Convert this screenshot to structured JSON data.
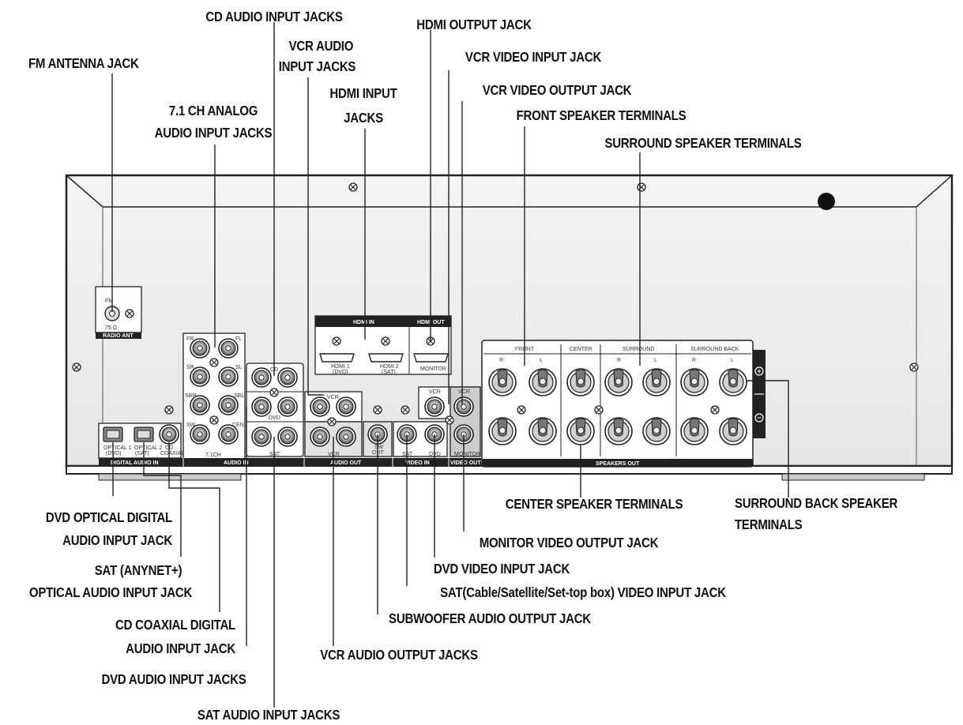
{
  "callouts": {
    "fm_antenna": "FM ANTENNA JACK",
    "analog_71_l1": "7.1 CH ANALOG",
    "analog_71_l2": "AUDIO INPUT JACKS",
    "cd_audio_in": "CD AUDIO INPUT JACKS",
    "vcr_audio_in_l1": "VCR AUDIO",
    "vcr_audio_in_l2": "INPUT JACKS",
    "hdmi_in_l1": "HDMI INPUT",
    "hdmi_in_l2": "JACKS",
    "hdmi_out": "HDMI OUTPUT JACK",
    "vcr_video_in": "VCR VIDEO INPUT JACK",
    "vcr_video_out": "VCR VIDEO OUTPUT JACK",
    "front_speaker": "FRONT SPEAKER TERMINALS",
    "surround_speaker": "SURROUND SPEAKER TERMINALS",
    "center_speaker": "CENTER SPEAKER TERMINALS",
    "surround_back_l1": "SURROUND BACK SPEAKER",
    "surround_back_l2": "TERMINALS",
    "dvd_optical_l1": "DVD OPTICAL DIGITAL",
    "dvd_optical_l2": "AUDIO INPUT JACK",
    "sat_optical_l1": "SAT (ANYNET+)",
    "sat_optical_l2": "OPTICAL AUDIO INPUT JACK",
    "cd_coax_l1": "CD COAXIAL DIGITAL",
    "cd_coax_l2": "AUDIO INPUT JACK",
    "dvd_audio_in": "DVD AUDIO INPUT JACKS",
    "sat_audio_in": "SAT AUDIO INPUT JACKS",
    "vcr_audio_out": "VCR AUDIO OUTPUT JACKS",
    "subwoofer_out": "SUBWOOFER AUDIO OUTPUT JACK",
    "sat_video_in": "SAT(Cable/Satellite/Set-top box) VIDEO INPUT JACK",
    "dvd_video_in": "DVD VIDEO INPUT JACK",
    "monitor_video_out": "MONITOR VIDEO OUTPUT JACK"
  },
  "panel": {
    "fm": "FM",
    "ohm": "75 Ω",
    "radio_ant": "RADIO ANT",
    "hdmi_in": "HDMI IN",
    "hdmi_out": "HDMI OUT",
    "hdmi1_l1": "HDMI 1",
    "hdmi1_l2": "(DVD)",
    "hdmi2_l1": "HDMI 2",
    "hdmi2_l2": "(SAT)",
    "monitor": "MONITOR",
    "fr": "FR",
    "fl": "FL",
    "sr": "SR",
    "sl": "SL",
    "sbr": "SBR",
    "sbl": "SBL",
    "sw": "SW",
    "cen": "CEN",
    "ch71": "7.1CH",
    "cd": "CD",
    "dvd": "DVD",
    "vcr": "VCR",
    "sat": "SAT",
    "r": "R",
    "l": "L",
    "sw_out_l1": "SW",
    "sw_out_l2": "OUT",
    "optical1_l1": "OPTICAL 1",
    "optical1_l2": "(DVD)",
    "optical2_l1": "OPTICAL 2",
    "optical2_l2": "(SAT)",
    "cd_coax_l1": "CD",
    "cd_coax_l2": "COAXIAL",
    "digital_audio_in": "DIGITAL AUDIO IN",
    "audio_in": "AUDIO IN",
    "audio_out": "AUDIO OUT",
    "video_in": "VIDEO IN",
    "video_out": "VIDEO OUT",
    "front": "FRONT",
    "center": "CENTER",
    "surround": "SURROUND",
    "surround_back": "SURROUND BACK",
    "speakers_out": "SPEAKERS OUT",
    "plus": "+",
    "minus": "−"
  }
}
